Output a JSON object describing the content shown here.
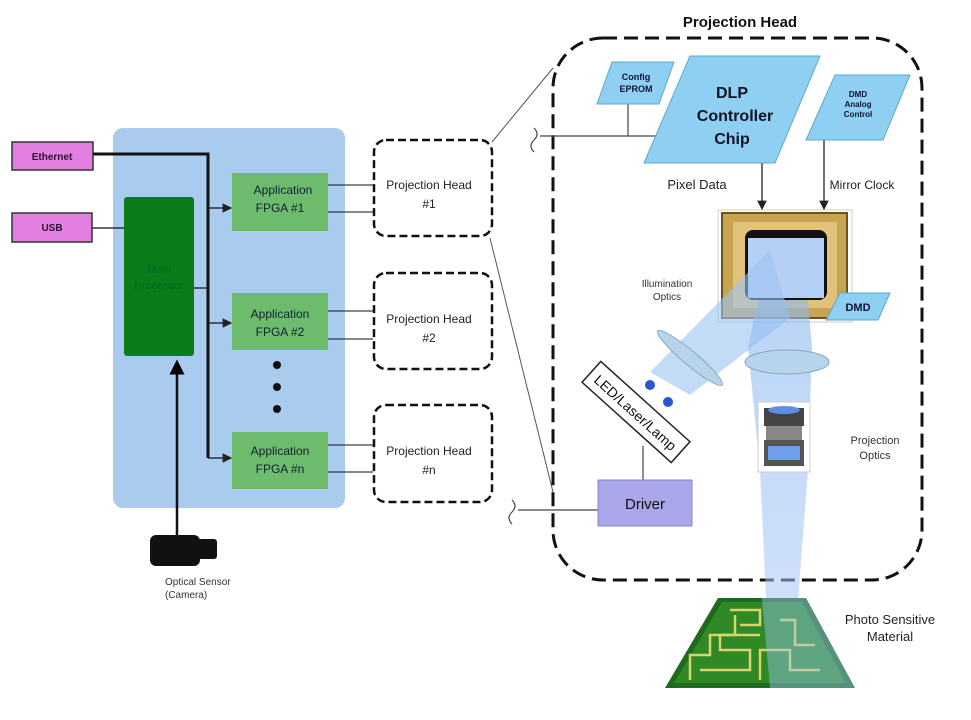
{
  "title": "Projection Head",
  "inputs": {
    "ethernet": "Ethernet",
    "usb": "USB"
  },
  "main_processor": [
    "Main",
    "Processor"
  ],
  "fpgas": [
    {
      "line1": "Application",
      "line2": "FPGA #1"
    },
    {
      "line1": "Application",
      "line2": "FPGA #2"
    },
    {
      "line1": "Application",
      "line2": "FPGA #n"
    }
  ],
  "projection_heads": [
    {
      "line1": "Projection Head",
      "line2": "#1"
    },
    {
      "line1": "Projection Head",
      "line2": "#2"
    },
    {
      "line1": "Projection Head",
      "line2": "#n"
    }
  ],
  "camera": [
    "Optical Sensor",
    "(Camera)"
  ],
  "head": {
    "config_eprom": [
      "Config",
      "EPROM"
    ],
    "dlp_controller": [
      "DLP",
      "Controller",
      "Chip"
    ],
    "dmd_analog": [
      "DMD",
      "Analog",
      "Control"
    ],
    "pixel_data": "Pixel Data",
    "mirror_clock": "Mirror Clock",
    "dmd": "DMD",
    "illumination_optics": [
      "Illumination",
      "Optics"
    ],
    "light_source": "LED/Laser/Lamp",
    "driver": "Driver",
    "projection_optics": [
      "Projection",
      "Optics"
    ]
  },
  "target": [
    "Photo Sensitive",
    "Material"
  ],
  "colors": {
    "panel": "#a8cbee",
    "main_processor": "#0a7d1a",
    "fpga": "#6dbb6d",
    "interface": "#e27fe0",
    "chip": "#8fd0f2",
    "driver": "#a9a6ea",
    "dmd_gold": "#c9a450",
    "beam": "#9cc3f2"
  }
}
